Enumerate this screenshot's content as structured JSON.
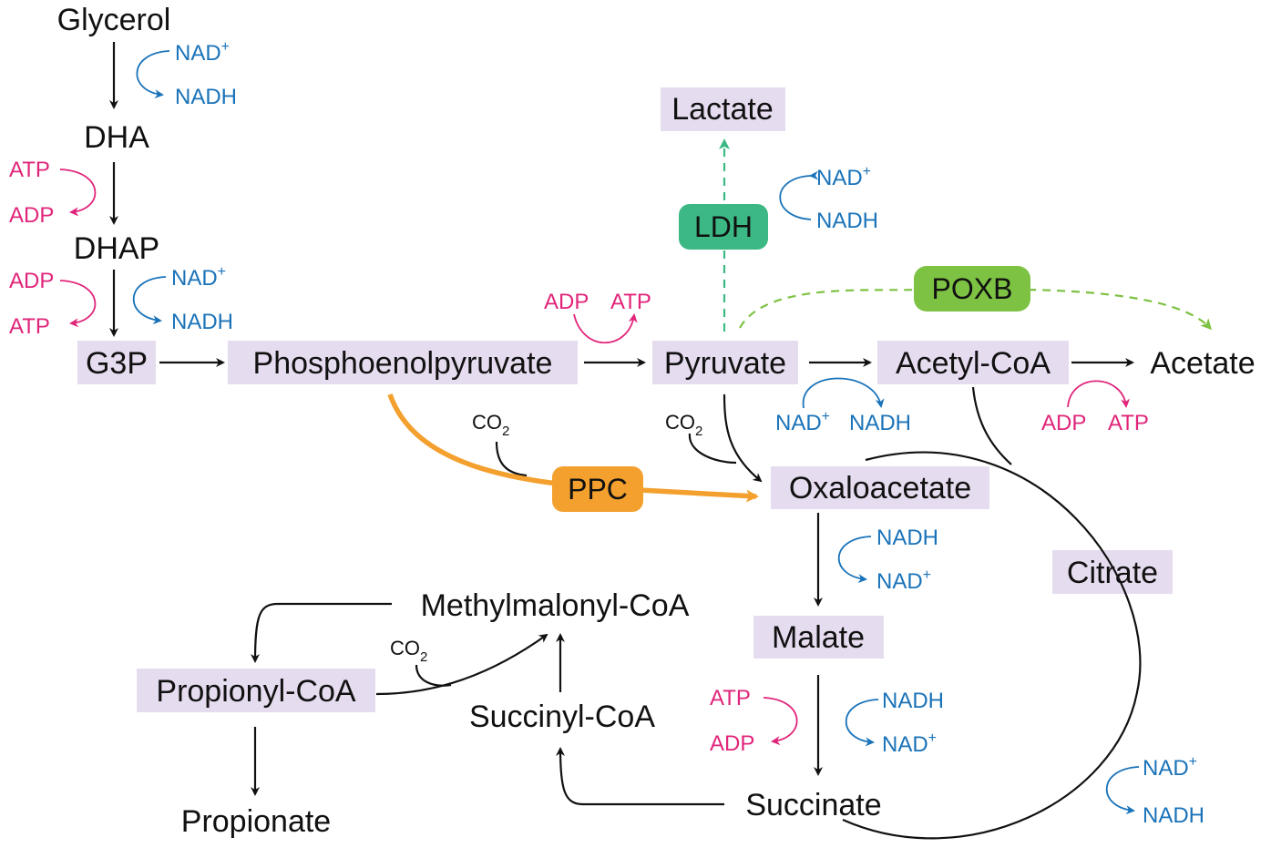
{
  "colors": {
    "metabolite_highlight": "#e6dcef",
    "nad": "#1a73b9",
    "atp": "#e0257a",
    "ppc": "#f3a02e",
    "ldh": "#3bb883",
    "poxb": "#7dc242",
    "arrow": "#111111"
  },
  "metabolites": {
    "glycerol": "Glycerol",
    "dha": "DHA",
    "dhap": "DHAP",
    "g3p": "G3P",
    "pep": "Phosphoenolpyruvate",
    "pyruvate": "Pyruvate",
    "lactate": "Lactate",
    "acetyl_coa": "Acetyl-CoA",
    "acetate": "Acetate",
    "oxaloacetate": "Oxaloacetate",
    "malate": "Malate",
    "citrate": "Citrate",
    "succinate": "Succinate",
    "succinyl_coa": "Succinyl-CoA",
    "methylmalonyl_coa": "Methylmalonyl-CoA",
    "propionyl_coa": "Propionyl-CoA",
    "propionate": "Propionate"
  },
  "enzymes": {
    "ppc": "PPC",
    "ldh": "LDH",
    "poxb": "POXB"
  },
  "cofactors": {
    "nad": "NAD",
    "nad_sup": "+",
    "nadh": "NADH",
    "atp": "ATP",
    "adp": "ADP",
    "co2": "CO",
    "co2_sub": "2"
  }
}
